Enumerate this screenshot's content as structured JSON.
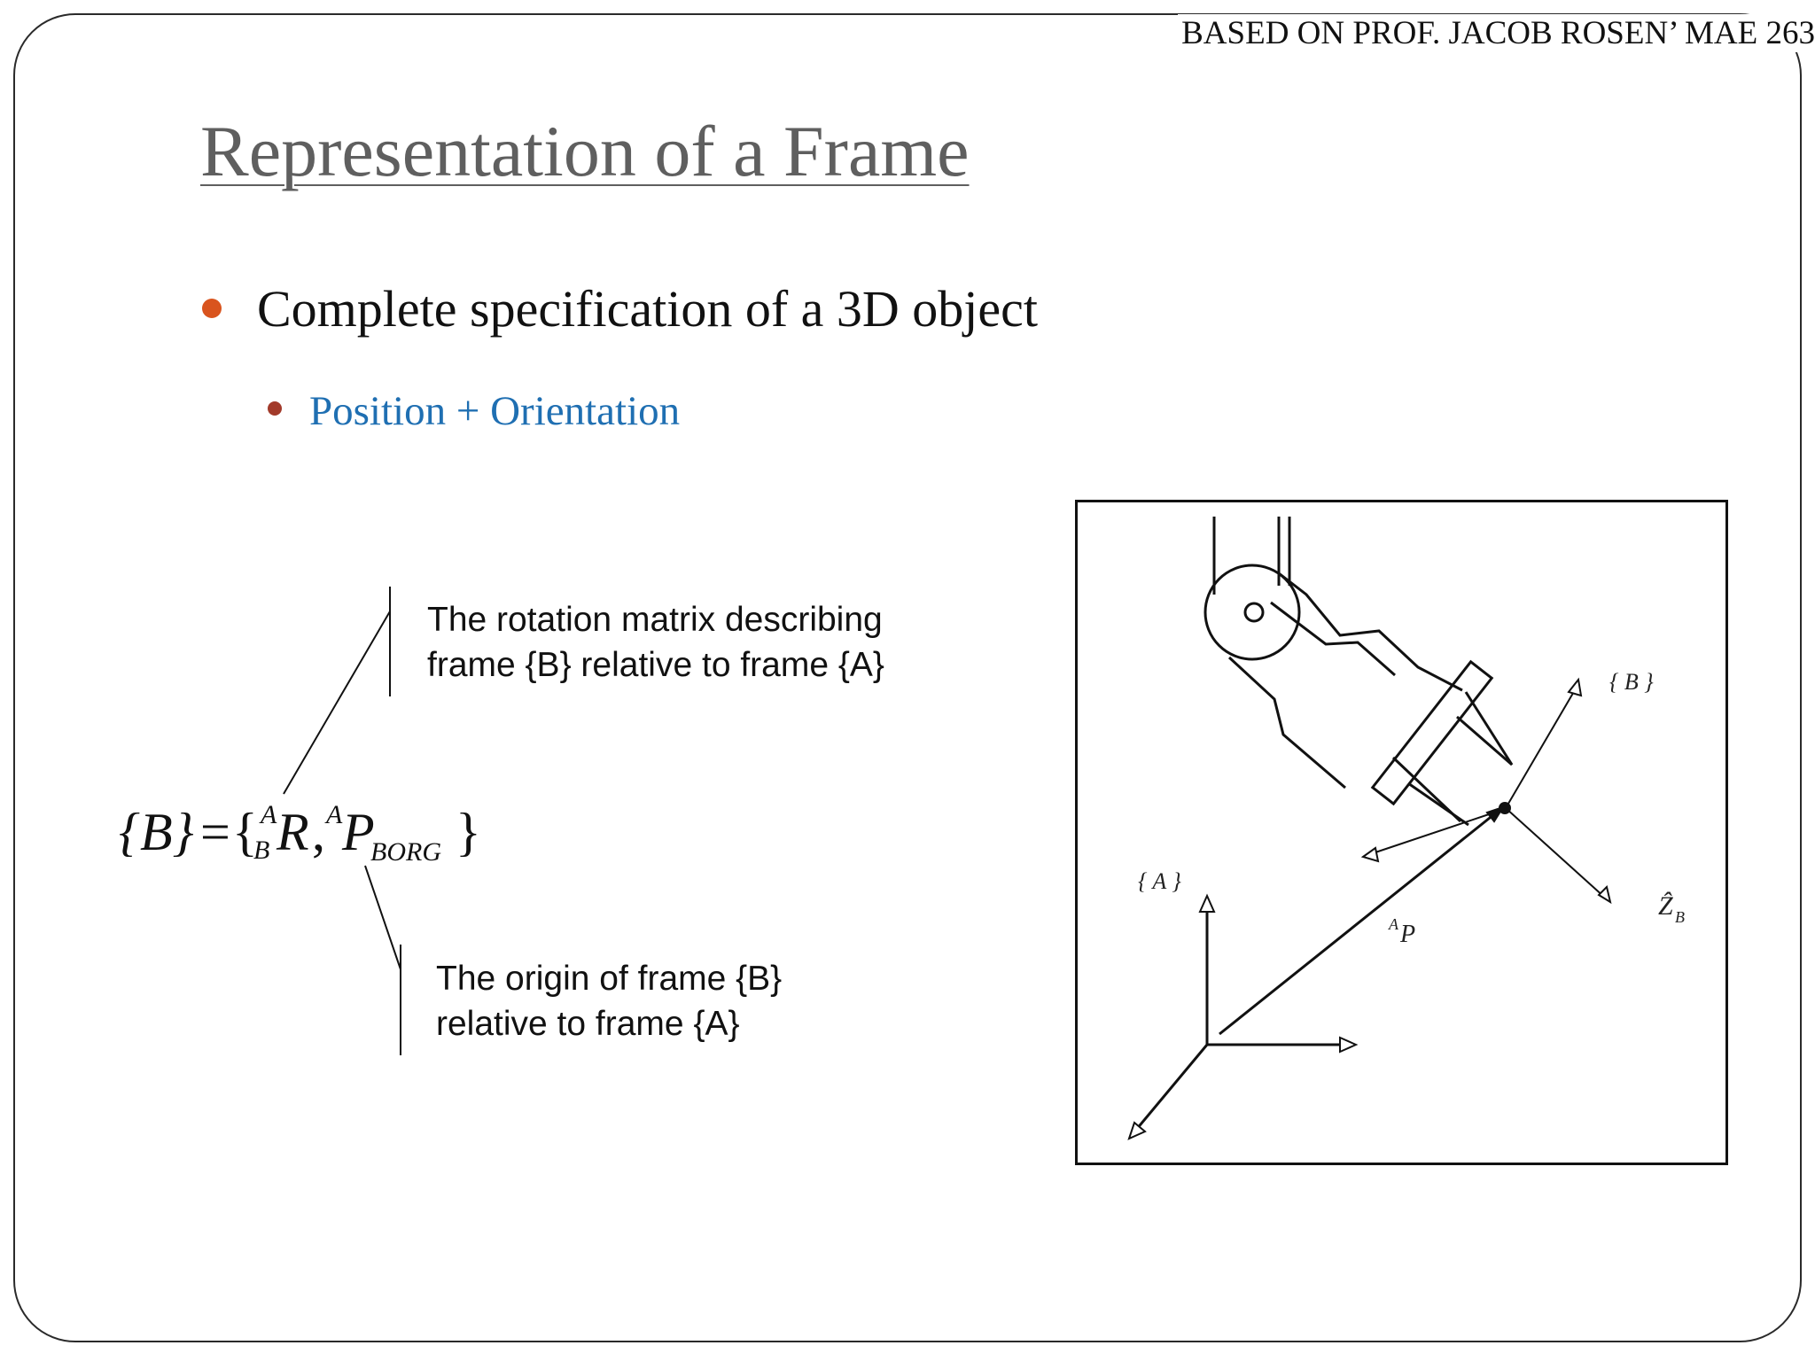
{
  "header": {
    "credit": "BASED ON PROF. JACOB ROSEN’ MAE 263"
  },
  "title": "Representation of a Frame",
  "bullets": {
    "level1": "Complete specification of a 3D object",
    "level2": "Position + Orientation"
  },
  "colors": {
    "title": "#5f5f5f",
    "bullet1_dot": "#d9541e",
    "bullet2_dot": "#a23a2a",
    "bullet2_text": "#1f6fb2"
  },
  "equation": {
    "frame": "{B}",
    "equals": "=",
    "open_brace": "{",
    "rotation_sup": "A",
    "rotation_sub": "B",
    "rotation_symbol": "R",
    "comma": ",",
    "position_sup": "A",
    "position_symbol": "P",
    "position_sub": "BORG",
    "close_brace": "}"
  },
  "callouts": {
    "rotation": [
      "The rotation matrix describing",
      "frame {B} relative to frame {A}"
    ],
    "origin": [
      "The origin of frame {B}",
      "relative to frame {A}"
    ]
  },
  "figure": {
    "frame_a_label": "{ A }",
    "frame_b_label": "{ B }",
    "vector_label_sup": "A",
    "vector_label": "P",
    "z_axis_label": "Ẑ",
    "z_axis_sub": "B"
  }
}
